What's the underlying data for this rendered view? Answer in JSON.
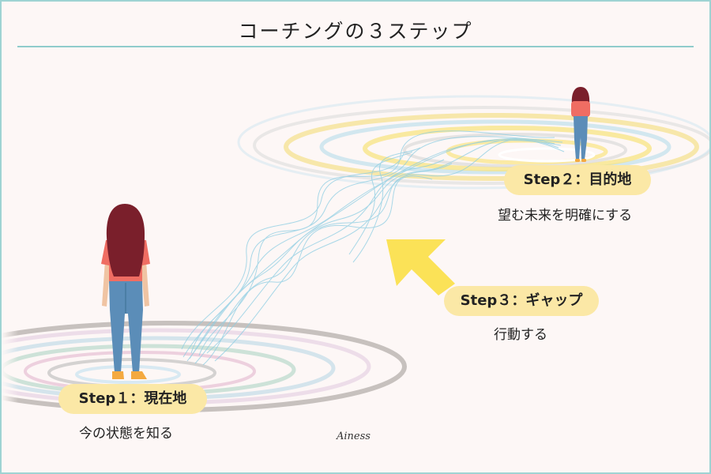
{
  "title": "コーチングの３ステップ",
  "steps": [
    {
      "label": "Step１：現在地",
      "description": "今の状態を知る"
    },
    {
      "label": "Step２：目的地",
      "description": "望む未来を明確にする"
    },
    {
      "label": "Step３：ギャップ",
      "description": "行動する"
    }
  ],
  "brand": "Ainess",
  "colors": {
    "border": "#9ed3d3",
    "background": "#fdf7f6",
    "label_fill": "#fbe8a6",
    "arrow": "#fbe04e",
    "path": "#8ccde2",
    "shirt": "#ef6d63",
    "jeans": "#5b8db8",
    "hair": "#7a1f2b"
  }
}
